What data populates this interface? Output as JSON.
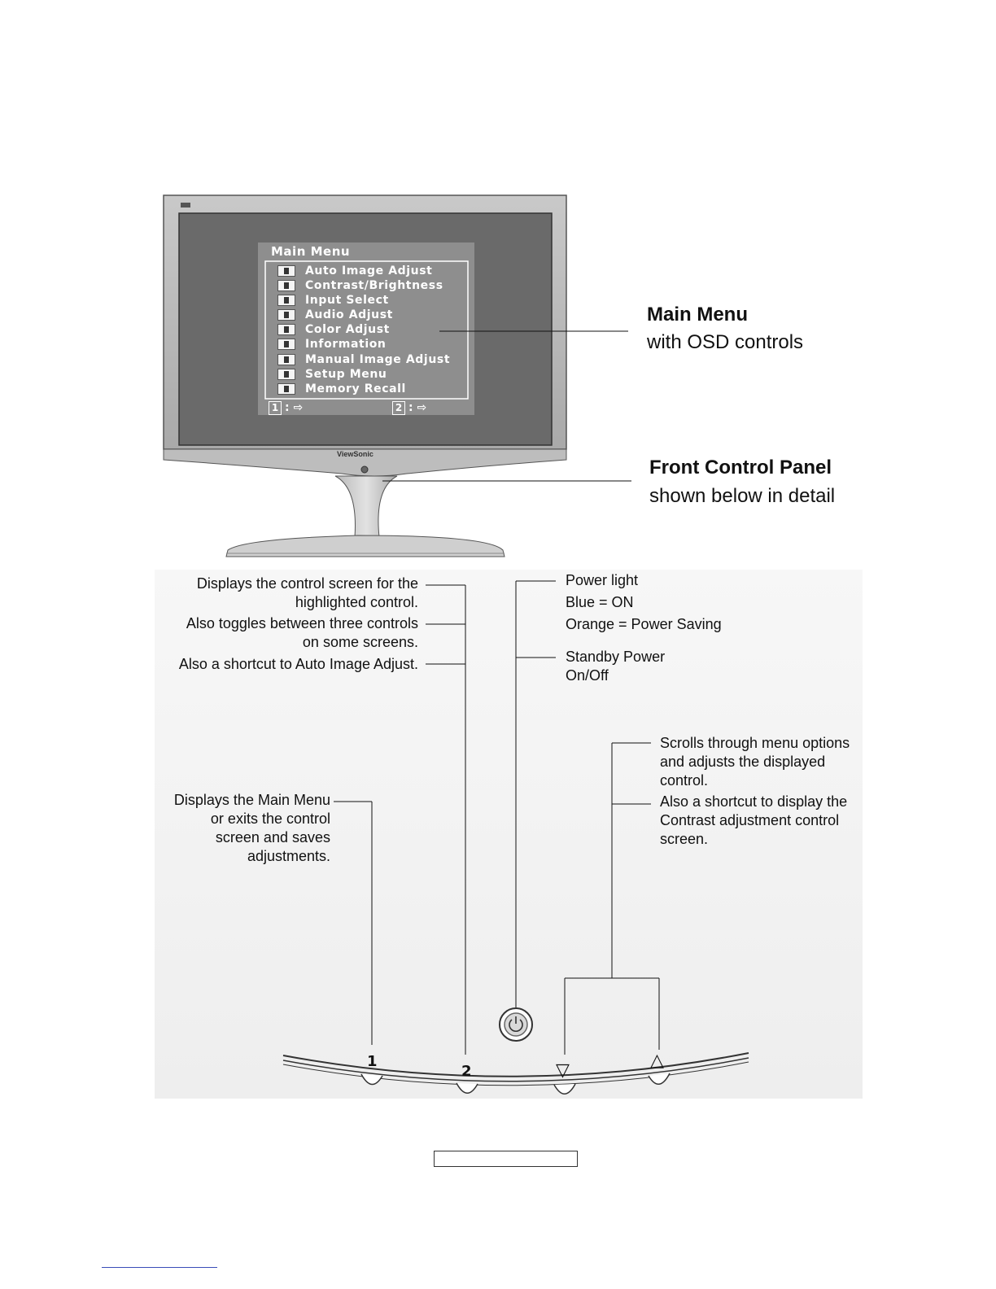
{
  "osd": {
    "title": "Main Menu",
    "items": [
      "Auto Image Adjust",
      "Contrast/Brightness",
      "Input Select",
      "Audio Adjust",
      "Color Adjust",
      "Information",
      "Manual Image Adjust",
      "Setup Menu",
      "Memory Recall"
    ],
    "footer_key_1": "1",
    "footer_key_2": "2",
    "footer_sep": ":"
  },
  "monitor": {
    "brand": "ViewSonic"
  },
  "callouts": {
    "main_menu_title": "Main Menu",
    "main_menu_sub": "with OSD controls",
    "panel_title": "Front Control Panel",
    "panel_sub": "shown below in detail"
  },
  "button2": {
    "line1a": "Displays the control screen for the",
    "line1b": "highlighted control.",
    "line2a": "Also toggles between three controls",
    "line2b": "on some screens.",
    "line3": "Also a shortcut to Auto Image Adjust."
  },
  "power": {
    "title": "Power light",
    "blue": "Blue = ON",
    "orange": "Orange = Power Saving",
    "standby_a": "Standby Power",
    "standby_b": "On/Off"
  },
  "arrows": {
    "line1a": "Scrolls through menu options",
    "line1b": "and adjusts the displayed",
    "line1c": "control.",
    "line2a": "Also a shortcut to display the",
    "line2b": "Contrast adjustment control",
    "line2c": "screen."
  },
  "button1": {
    "a": "Displays the Main Menu",
    "b": "or exits the control",
    "c": "screen and saves",
    "d": "adjustments."
  },
  "keys": {
    "k1": "1",
    "k2": "2",
    "down": "▽",
    "up": "△"
  }
}
